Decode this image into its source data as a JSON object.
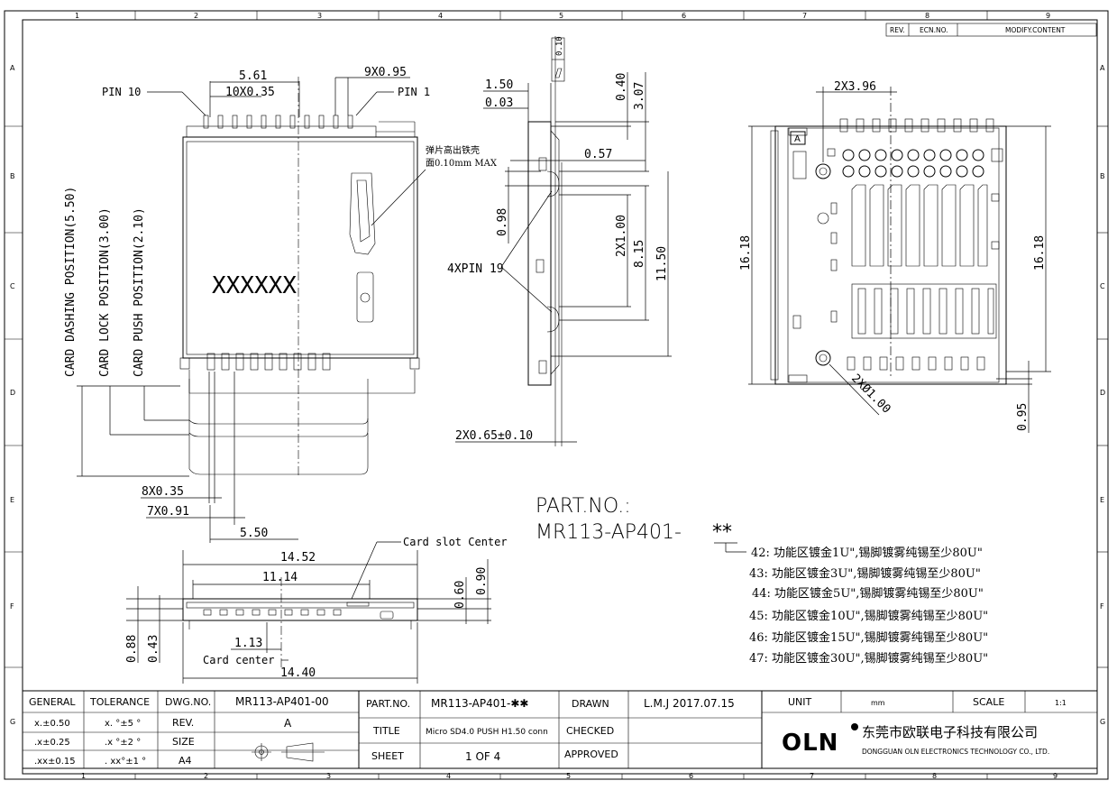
{
  "border": {
    "top_cols": [
      "1",
      "2",
      "3",
      "4",
      "5",
      "6",
      "7",
      "8",
      "9"
    ],
    "bottom_cols": [
      "1",
      "2",
      "3",
      "4",
      "5",
      "6",
      "7",
      "8",
      "9"
    ],
    "rows": [
      "A",
      "B",
      "C",
      "D",
      "E",
      "F",
      "G"
    ]
  },
  "revision_table": {
    "rev": "REV.",
    "ecn": "ECN.NO.",
    "content": "MODIFY.CONTENT"
  },
  "top_view": {
    "pin10": "PIN 10",
    "pin1": "PIN 1",
    "dim_561": "5.61",
    "dim_10x035": "10X0.35",
    "dim_9x095": "9X0.95",
    "note_line1": "弹片高出铁壳",
    "note_line2": "面0.10mm MAX",
    "marking": "XXXXXX",
    "pos_dash": "CARD DASHING POSITION(5.50)",
    "pos_lock": "CARD LOCK POSITION(3.00)",
    "pos_push": "CARD PUSH POSITION(2.10)",
    "dim_8x035": "8X0.35",
    "dim_7x091": "7X0.91",
    "dim_550": "5.50"
  },
  "side_view": {
    "dim_150": "1.50",
    "dim_003": "0.03",
    "flat_tol": "0.10",
    "dim_040": "0.40",
    "dim_307": "3.07",
    "dim_057": "0.57",
    "dim_098": "0.98",
    "dim_2x100": "2X1.00",
    "dim_815": "8.15",
    "dim_1150": "11.50",
    "pin19": "4XPIN 19",
    "dim_2x065": "2X0.65±0.10"
  },
  "bottom_view": {
    "dim_2x396": "2X3.96",
    "label_a": "A",
    "dim_1618_left": "16.18",
    "dim_1618_right": "16.18",
    "dim_2x100": "2XØ1.00",
    "dim_095": "0.95"
  },
  "front_view": {
    "dim_1452": "14.52",
    "dim_1114": "11.14",
    "slot_center": "Card slot Center",
    "dim_060": "0.60",
    "dim_090": "0.90",
    "dim_088": "0.88",
    "dim_043": "0.43",
    "dim_113": "1.13",
    "card_center": "Card center",
    "dim_1440": "14.40"
  },
  "part_info": {
    "label": "PART.NO.:",
    "number": "MR113-AP401-",
    "suffix": "**",
    "options": [
      "42: 功能区镀金1U\",锡脚镀雾纯锡至少80U\"",
      "43: 功能区镀金3U\",锡脚镀雾纯锡至少80U\"",
      "44: 功能区镀金5U\",锡脚镀雾纯锡至少80U\"",
      "45: 功能区镀金10U\",锡脚镀雾纯锡至少80U\"",
      "46: 功能区镀金15U\",锡脚镀雾纯锡至少80U\"",
      "47: 功能区镀金30U\",锡脚镀雾纯锡至少80U\""
    ]
  },
  "title_block": {
    "general": "GENERAL",
    "tolerance": "TOLERANCE",
    "tol_rows": [
      [
        "x.±0.50",
        "x. °±5 °"
      ],
      [
        ".x±0.25",
        ".x °±2 °"
      ],
      [
        ".xx±0.15",
        ". xx°±1 °"
      ]
    ],
    "dwg_no_label": "DWG.NO.",
    "dwg_no": "MR113-AP401-00",
    "rev_label": "REV.",
    "rev": "A",
    "size_label": "SIZE",
    "size": "A4",
    "part_no_label": "PART.NO.",
    "part_no": "MR113-AP401-✱✱",
    "title_label": "TITLE",
    "title": "Micro SD4.0 PUSH H1.50 conn",
    "sheet_label": "SHEET",
    "sheet": "1 OF 4",
    "drawn_label": "DRAWN",
    "drawn": "L.M.J 2017.07.15",
    "checked_label": "CHECKED",
    "approved_label": "APPROVED",
    "unit_label": "UNIT",
    "unit": "mm",
    "scale_label": "SCALE",
    "scale": "1:1",
    "logo": "OLN",
    "company_cn": "东莞市欧联电子科技有限公司",
    "company_en": "DONGGUAN OLN ELECTRONICS TECHNOLOGY CO., LTD."
  }
}
